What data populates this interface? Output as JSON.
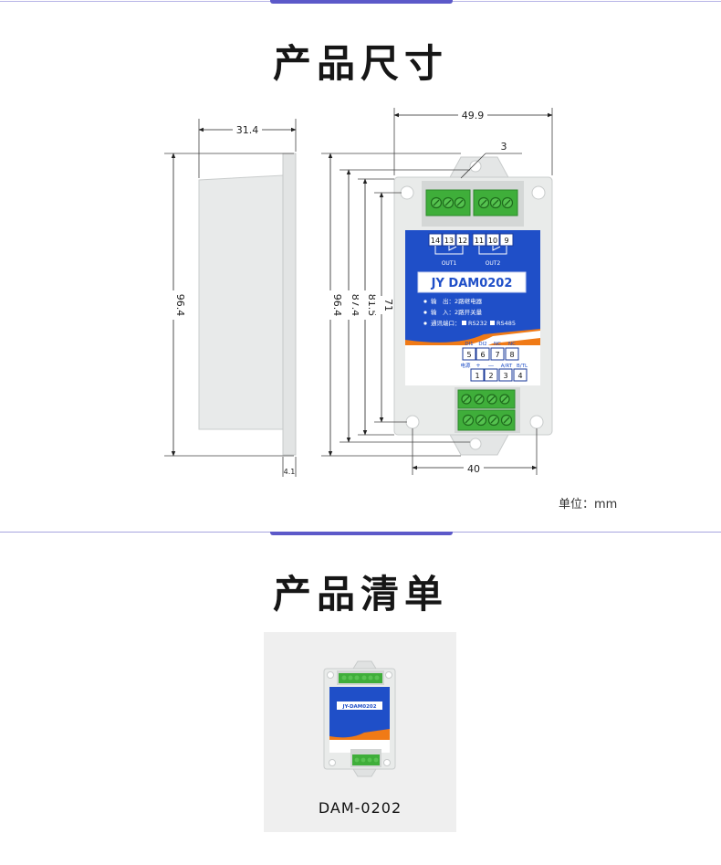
{
  "sections": {
    "dimensions_title": "产品尺寸",
    "list_title": "产品清单"
  },
  "unit_label": "单位：mm",
  "drawing": {
    "side_width": "31.4",
    "side_height": "96.4",
    "side_thickness": "4.1",
    "front_width": "49.9",
    "hole_offset": "3",
    "front_height_total": "96.4",
    "front_height_2": "87.4",
    "front_height_3": "81.5",
    "front_height_4": "71",
    "hole_spacing": "40"
  },
  "device_label": {
    "out_terminals_1": [
      "14",
      "13",
      "12"
    ],
    "out_terminals_2": [
      "11",
      "10",
      "9"
    ],
    "out1": "OUT1",
    "out2": "OUT2",
    "model": "JY DAM0202",
    "spec_output": "输　出：2路继电器",
    "spec_input": "输　入：2路开关量",
    "spec_comm": "通讯端口：",
    "comm_opt1": "RS232",
    "comm_opt2": "RS485",
    "input_labels": [
      "DI1",
      "DI2",
      "NC",
      "NC"
    ],
    "input_terminals": [
      "5",
      "6",
      "7",
      "8"
    ],
    "power_labels": [
      "电源",
      "+",
      "—",
      "A/RT",
      "B/TL"
    ],
    "power_terminals": [
      "1",
      "2",
      "3",
      "4"
    ]
  },
  "product_list": {
    "caption": "DAM-0202",
    "mini_model": "JY-DAM0202"
  },
  "colors": {
    "accent": "#5c59c9",
    "panel_blue": "#1f4fc8",
    "terminal_green": "#3fae3a",
    "enclosure": "#e9ebea"
  }
}
